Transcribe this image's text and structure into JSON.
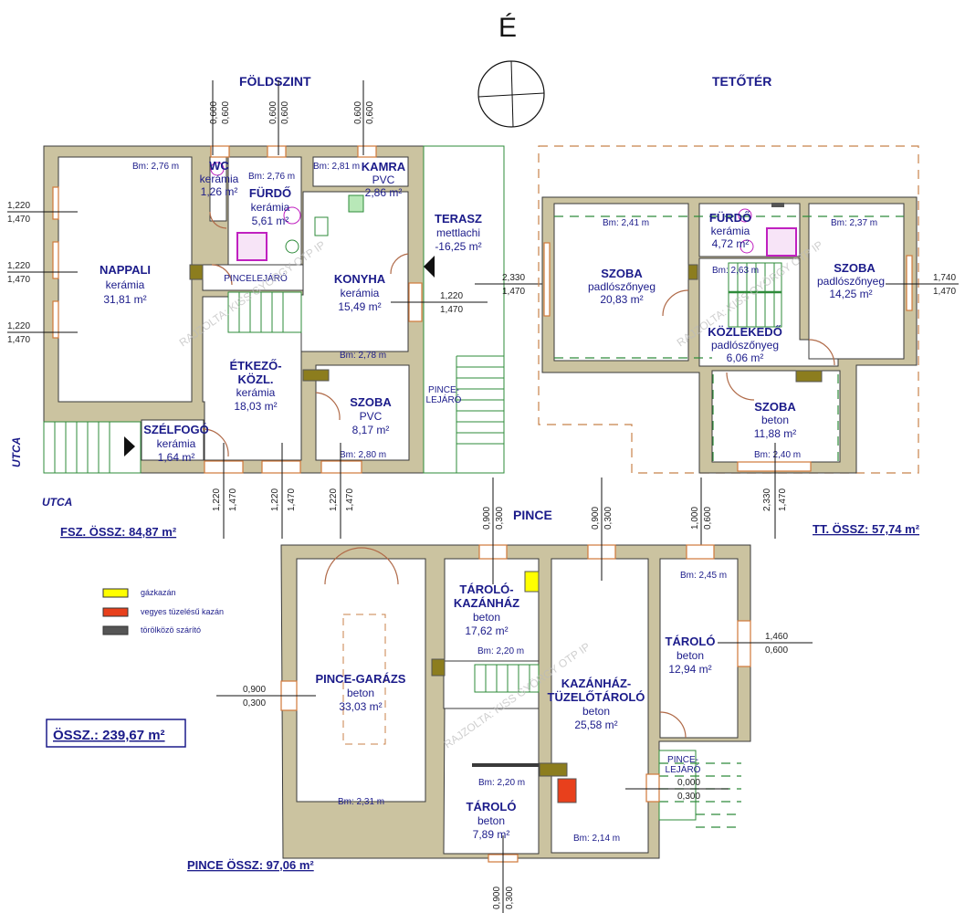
{
  "compass": {
    "north_label": "É"
  },
  "levels": {
    "ground": "FÖLDSZINT",
    "attic": "TETŐTÉR",
    "basement": "PINCE"
  },
  "street_labels": [
    "UTCA",
    "UTCA"
  ],
  "totals": {
    "ground": "FSZ. ÖSSZ: 84,87 m²",
    "attic": "TT. ÖSSZ: 57,74 m²",
    "basement": "PINCE ÖSSZ: 97,06 m²",
    "overall": "ÖSSZ.: 239,67 m²"
  },
  "legend": [
    {
      "label": "gázkazán",
      "color": "#ffff00"
    },
    {
      "label": "vegyes tüzelésű kazán",
      "color": "#e8401c"
    },
    {
      "label": "törölközö szárító",
      "color": "#555555"
    }
  ],
  "rooms": {
    "nappali": {
      "name": "NAPPALI",
      "floor": "kerámia",
      "area": "31,81 m²",
      "bm": "Bm: 2,76 m"
    },
    "wc": {
      "name": "WC",
      "floor": "kerámia",
      "area": "1,26 m²"
    },
    "furdo_fsz": {
      "name": "FÜRDŐ",
      "floor": "kerámia",
      "area": "5,61 m²",
      "bm": "Bm: 2,76 m"
    },
    "kamra": {
      "name": "KAMRA",
      "floor": "PVC",
      "area": "2,86 m²",
      "bm": "Bm: 2,81 m"
    },
    "pincelejaro_fsz": {
      "name": "PINCELEJÁRÓ"
    },
    "konyha": {
      "name": "KONYHA",
      "floor": "kerámia",
      "area": "15,49 m²"
    },
    "terasz": {
      "name": "TERASZ",
      "floor": "mettlachi",
      "area": "-16,25 m²"
    },
    "etkezo": {
      "name1": "ÉTKEZŐ-",
      "name2": "KÖZL.",
      "floor": "kerámia",
      "area": "18,03 m²",
      "bm": "Bm: 2,78 m"
    },
    "szoba_fsz": {
      "name": "SZOBA",
      "floor": "PVC",
      "area": "8,17 m²",
      "bm": "Bm: 2,80 m"
    },
    "szelfogo": {
      "name": "SZÉLFOGÓ",
      "floor": "kerámia",
      "area": "1,64 m²"
    },
    "pince_lejaro_ext": {
      "name1": "PINCE-",
      "name2": "LEJÁRÓ"
    },
    "szoba_tt1": {
      "name": "SZOBA",
      "floor": "padlószőnyeg",
      "area": "20,83 m²",
      "bm": "Bm: 2,41 m"
    },
    "furdo_tt": {
      "name": "FÜRDŐ",
      "floor": "kerámia",
      "area": "4,72 m²",
      "bm": "Bm: 2,63 m"
    },
    "szoba_tt2": {
      "name": "SZOBA",
      "floor": "padlószőnyeg",
      "area": "14,25 m²",
      "bm": "Bm: 2,37 m"
    },
    "kozlekedo": {
      "name": "KÖZLEKEDŐ",
      "floor": "padlószőnyeg",
      "area": "6,06 m²"
    },
    "szoba_tt3": {
      "name": "SZOBA",
      "floor": "beton",
      "area": "11,88 m²",
      "bm": "Bm: 2,40 m"
    },
    "garazs": {
      "name": "PINCE-GARÁZS",
      "floor": "beton",
      "area": "33,03 m²",
      "bm": "Bm: 2,31 m"
    },
    "tarolo_kazanhaz": {
      "name1": "TÁROLÓ-",
      "name2": "KAZÁNHÁZ",
      "floor": "beton",
      "area": "17,62 m²",
      "bm": "Bm: 2,20 m"
    },
    "kazanhaz": {
      "name1": "KAZÁNHÁZ-",
      "name2": "TÜZELŐTÁROLÓ",
      "floor": "beton",
      "area": "25,58 m²",
      "bm": "Bm: 2,14 m"
    },
    "tarolo_big": {
      "name": "TÁROLÓ",
      "floor": "beton",
      "area": "12,94 m²",
      "bm": "Bm: 2,45 m"
    },
    "tarolo_small": {
      "name": "TÁROLÓ",
      "floor": "beton",
      "area": "7,89 m²",
      "bm": "Bm: 2,20 m"
    },
    "pince_lejaro_b": {
      "name1": "PINCE-",
      "name2": "LEJÁRÓ"
    }
  },
  "dimensions": {
    "top_windows": [
      [
        "0,600",
        "0,600"
      ],
      [
        "0,600",
        "0,600"
      ],
      [
        "0,600",
        "0,600"
      ]
    ],
    "nappali_windows": [
      [
        "1,220",
        "1,470"
      ],
      [
        "1,220",
        "1,470"
      ],
      [
        "1,220",
        "1,470"
      ]
    ],
    "konyha_window": [
      "1,220",
      "1,470"
    ],
    "terasz_door": [
      "2,330",
      "1,470"
    ],
    "south_windows": [
      [
        "1,220",
        "1,470"
      ],
      [
        "1,220",
        "1,470"
      ],
      [
        "1,220",
        "1,470"
      ]
    ],
    "attic_right": [
      "1,740",
      "1,470"
    ],
    "attic_south": [
      "2,330",
      "1,470"
    ],
    "attic_south_small": [
      "1,000",
      "0,600"
    ],
    "basement_top": [
      [
        "0,900",
        "0,300"
      ],
      [
        "0,900",
        "0,300"
      ]
    ],
    "basement_garage_side": [
      "0,900",
      "0,300"
    ],
    "basement_tarolo_side": [
      "1,460",
      "0,600"
    ],
    "basement_lejaro": [
      "0,000",
      "0,300"
    ],
    "basement_bottom": [
      "0,900",
      "0,300"
    ]
  },
  "watermark": "RAJZOLTA: KISS GYÖRGY OTP IP"
}
